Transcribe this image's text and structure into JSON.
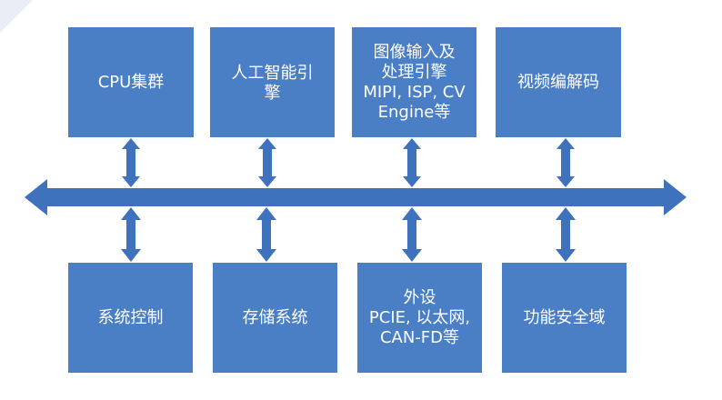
{
  "colors": {
    "block_fill": "#4a7fc6",
    "bus_fill": "#3e72bd",
    "text": "#ffffff",
    "background": "#ffffff"
  },
  "top_blocks": [
    {
      "label": "CPU集群"
    },
    {
      "label": "人工智能引\n擎"
    },
    {
      "label": "图像输入及\n处理引擎\nMIPI, ISP, CV\nEngine等"
    },
    {
      "label": "视频编解码"
    }
  ],
  "bottom_blocks": [
    {
      "label": "系统控制"
    },
    {
      "label": "存储系统"
    },
    {
      "label": "外设\nPCIE, 以太网,\nCAN-FD等"
    },
    {
      "label": "功能安全域"
    }
  ]
}
